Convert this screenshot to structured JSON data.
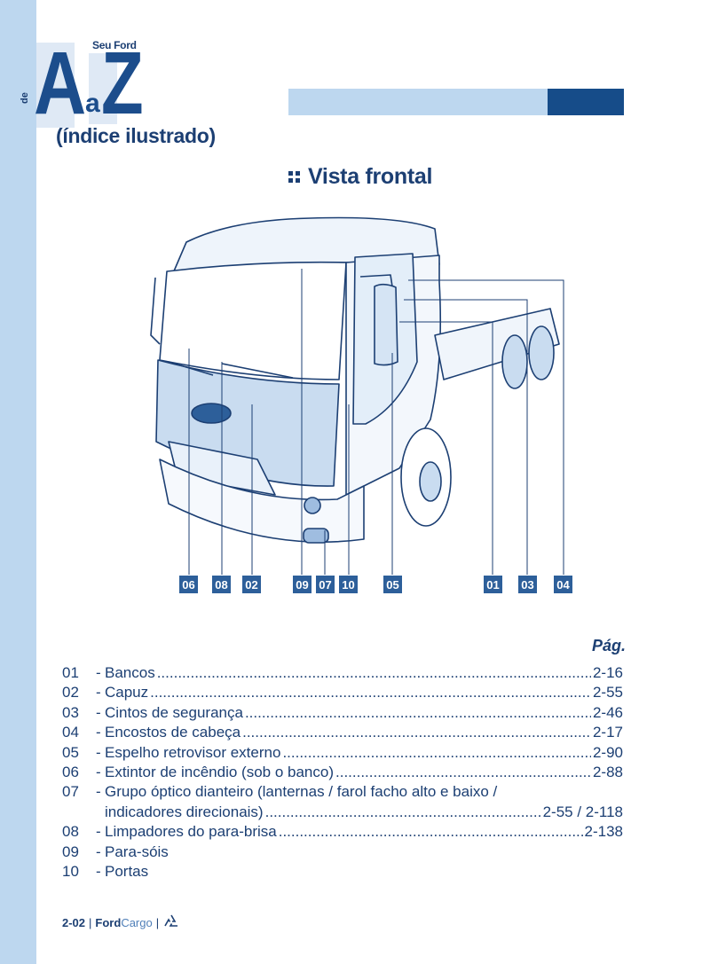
{
  "header": {
    "brand": "Seu Ford",
    "prefix": "de",
    "letter_a": "A",
    "connector": "a",
    "letter_z": "Z",
    "subtitle": "(índice ilustrado)"
  },
  "section": {
    "title": "Vista frontal"
  },
  "callouts": [
    "06",
    "08",
    "02",
    "09",
    "07",
    "10",
    "05",
    "01",
    "03",
    "04"
  ],
  "index": {
    "page_header": "Pág.",
    "items": [
      {
        "num": "01",
        "label": "Bancos",
        "page": "2-16"
      },
      {
        "num": "02",
        "label": "Capuz",
        "page": "2-55"
      },
      {
        "num": "03",
        "label": "Cintos de segurança",
        "page": "2-46"
      },
      {
        "num": "04",
        "label": "Encostos de cabeça",
        "page": "2-17"
      },
      {
        "num": "05",
        "label": "Espelho retrovisor externo",
        "page": "2-90"
      },
      {
        "num": "06",
        "label": "Extintor de incêndio (sob o banco)",
        "page": "2-88"
      },
      {
        "num": "07",
        "label": "Grupo óptico dianteiro (lanternas / farol facho alto e baixo /",
        "label2": "indicadores direcionais)",
        "page": "2-55 / 2-118"
      },
      {
        "num": "08",
        "label": "Limpadores do para-brisa",
        "page": "2-138"
      },
      {
        "num": "09",
        "label": "Para-sóis",
        "page": ""
      },
      {
        "num": "10",
        "label": "Portas",
        "page": ""
      }
    ]
  },
  "footer": {
    "page_number": "2-02",
    "brand_bold": "Ford",
    "brand_light": "Cargo"
  },
  "colors": {
    "accent_dark": "#164c89",
    "accent_light": "#bdd7ef",
    "text": "#1c3f73"
  }
}
